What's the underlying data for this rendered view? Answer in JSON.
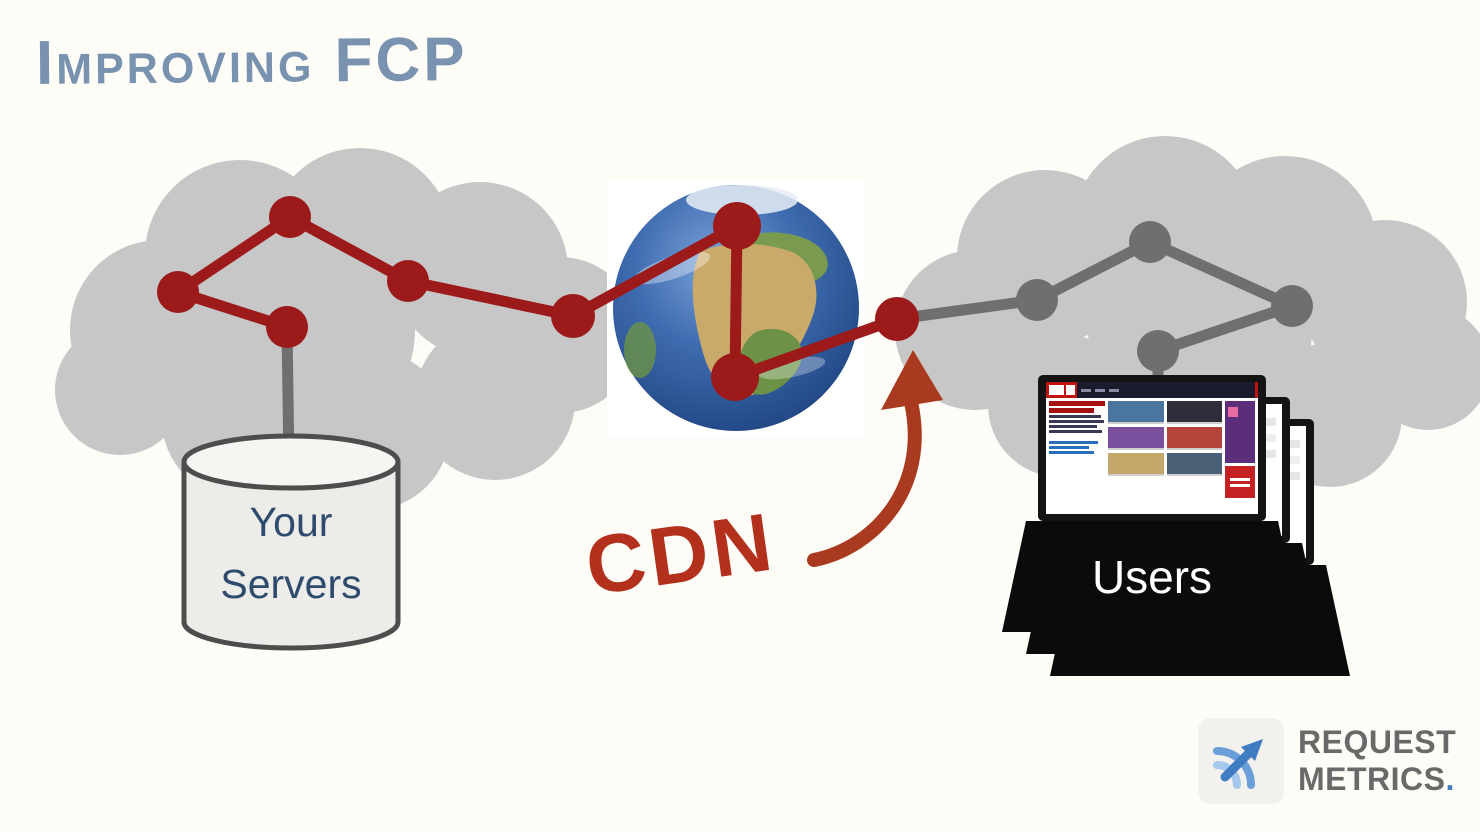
{
  "title": "Improving FCP",
  "servers": {
    "lines": [
      "Your",
      "Servers"
    ]
  },
  "cdn": {
    "label": "CDN"
  },
  "users": {
    "label": "Users"
  },
  "logo": {
    "line1": "REQUEST",
    "line2": "METRICS",
    "period": "."
  },
  "palette": {
    "title_blue": "#7992af",
    "network_red": "#9c1a1a",
    "network_gray": "#6f6f6f",
    "cloud_gray": "#c7c7c7",
    "cdn_red": "#b3311c",
    "cdn_arrow_red": "#a93a20",
    "servers_text_navy": "#2e4b6e",
    "laptop_black": "#0b0b0b",
    "logo_blue": "#3f7cc2",
    "logo_gray": "#696969"
  },
  "icons": {
    "left_network_cloud": "left-cloud",
    "right_network_cloud": "right-cloud",
    "globe": "globe-icon",
    "server_cylinder": "server-cylinder-icon",
    "user_laptops": "laptop-icon",
    "cdn_arrow": "cdn-arrow-icon",
    "logo_signal": "signal-arcs-icon"
  }
}
